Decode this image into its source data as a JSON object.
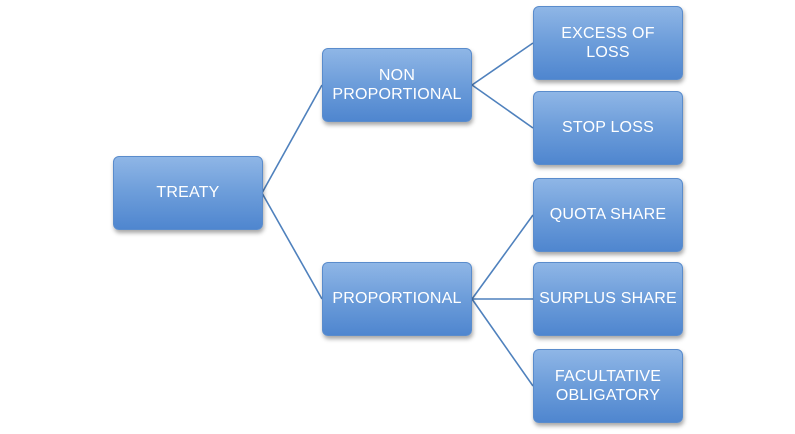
{
  "diagram": {
    "root": {
      "label": "TREATY"
    },
    "non_proportional": {
      "label_line1": "NON",
      "label_line2": "PROPORTIONAL",
      "children": [
        "EXCESS OF LOSS",
        "STOP LOSS"
      ]
    },
    "proportional": {
      "label": "PROPORTIONAL",
      "children": [
        "QUOTA SHARE",
        "SURPLUS SHARE"
      ],
      "facultative_line1": "FACULTATIVE",
      "facultative_line2": "OBLIGATORY"
    }
  },
  "colors": {
    "node_top": "#8fb6e6",
    "node_bottom": "#4f86cf",
    "connector": "#4f81bd",
    "text": "#ffffff"
  }
}
